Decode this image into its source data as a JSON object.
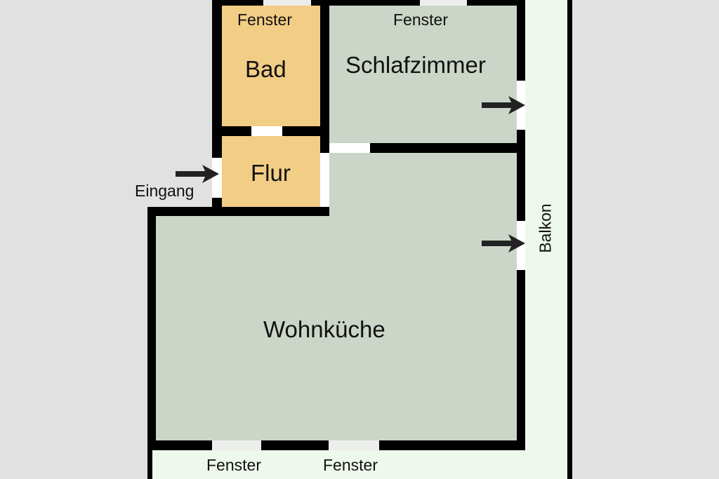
{
  "rooms": {
    "bad": "Bad",
    "flur": "Flur",
    "schlafzimmer": "Schlafzimmer",
    "wohnkueche": "Wohnküche",
    "balkon": "Balkon"
  },
  "labels": {
    "fenster_bad": "Fenster",
    "fenster_schlaf": "Fenster",
    "fenster_bottom_1": "Fenster",
    "fenster_bottom_2": "Fenster",
    "eingang": "Eingang"
  },
  "colors": {
    "bath": "#f2cd85",
    "room": "#cbd6c8",
    "balcony": "#eef8ec",
    "wall": "#000000",
    "background": "#e1e1e1"
  }
}
